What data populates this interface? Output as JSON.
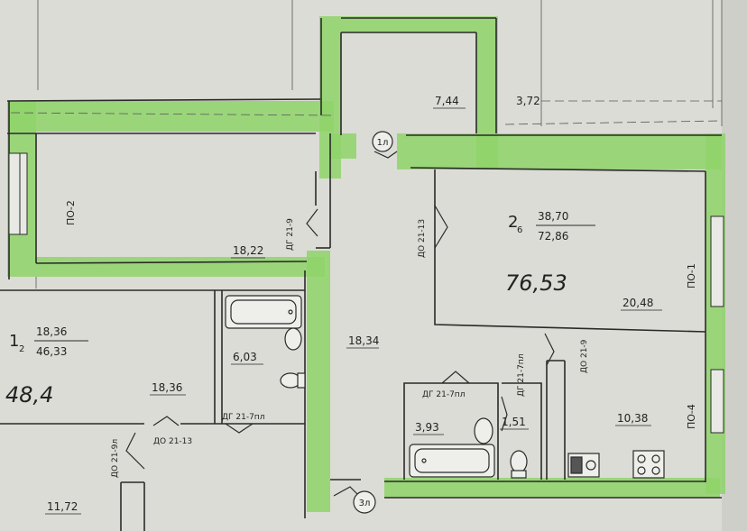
{
  "colors": {
    "paper": "#dcdcd6",
    "green_wall": "#8fd46a",
    "ink": "#2a2a2a"
  },
  "apartment_2": {
    "number": "2",
    "sub": "6",
    "living": "38,70",
    "total": "72,86",
    "overall": "76,53"
  },
  "apartment_1": {
    "number": "1",
    "sub": "2",
    "living": "18,36",
    "total": "46,33",
    "overall": "48,4"
  },
  "rooms": {
    "r_7_44": "7,44",
    "r_3_72": "3,72",
    "r_18_22": "18,22",
    "r_20_48": "20,48",
    "r_18_34": "18,34",
    "r_6_03": "6,03",
    "r_18_36": "18,36",
    "r_3_93": "3,93",
    "r_1_51": "1,51",
    "r_10_38": "10,38",
    "r_11_72": "11,72"
  },
  "wall_tags": {
    "po2": "ПО-2",
    "po1": "ПО-1",
    "po4": "ПО-4"
  },
  "door_tags": {
    "d1": "ДГ 21-9",
    "d2": "ДО 21-13",
    "d3": "ДГ 21-7пл",
    "d4": "ДО 21-9",
    "d5": "ДГ 21-7пл",
    "d6": "ДГ 21-7пл",
    "d7": "ДО 21-13",
    "d8": "ДО 21-9л"
  },
  "markers": {
    "m1": "1л",
    "m3": "3л"
  }
}
